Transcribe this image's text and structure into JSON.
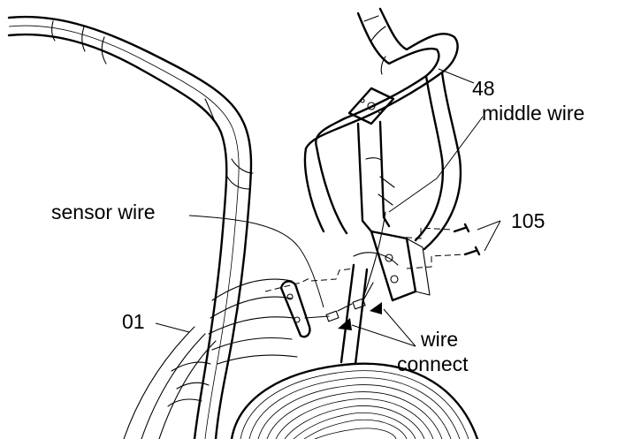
{
  "labels": {
    "part_48": "48",
    "middle_wire": "middle wire",
    "sensor_wire": "sensor wire",
    "part_105": "105",
    "part_01": "01",
    "wire_connect_line1": "wire",
    "wire_connect_line2": "connect"
  },
  "colors": {
    "ink": "#000000",
    "background": "#ffffff"
  }
}
